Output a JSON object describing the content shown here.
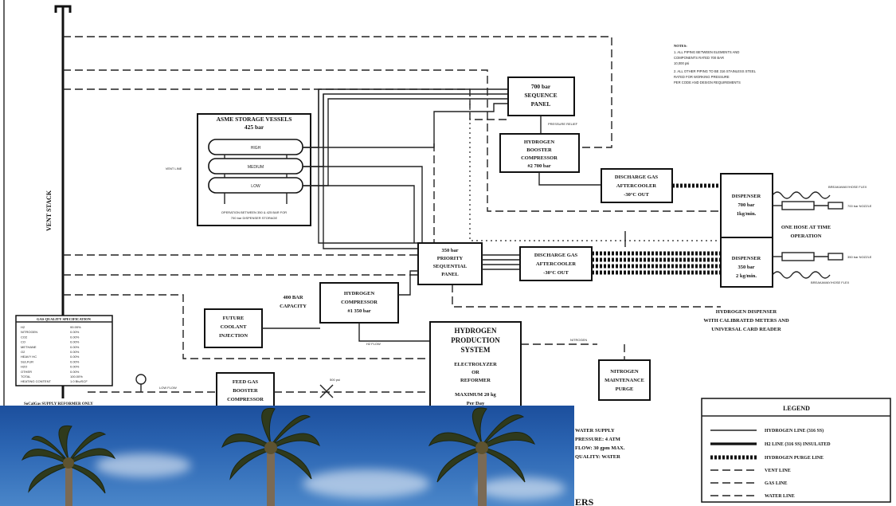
{
  "labels": {
    "vent_stack": "VENT STACK",
    "asme_title": "ASME STORAGE VESSELS",
    "asme_pressure": "425 bar",
    "vessel_high": "HIGH",
    "vessel_medium": "MEDIUM",
    "vessel_low": "LOW",
    "asme_note_1": "OPERATION BETWEEN 350 & 425 BAR FOR",
    "asme_note_2": "700 bar DISPENSER STORAGE",
    "vent_line_side": "VENT LINE",
    "seq_700_1": "700 bar",
    "seq_700_2": "SEQUENCE",
    "seq_700_3": "PANEL",
    "seq_700_note": "PRESSURE RELIEF",
    "booster2_1": "HYDROGEN",
    "booster2_2": "BOOSTER",
    "booster2_3": "COMPRESSOR",
    "booster2_4": "#2 700 bar",
    "aftercooler1_1": "DISCHARGE GAS",
    "aftercooler1_2": "AFTERCOOLER",
    "aftercooler1_3": "-30°C OUT",
    "disp700_1": "DISPENSER",
    "disp700_2": "700 bar",
    "disp700_3": "1kg/min.",
    "disp350_1": "DISPENSER",
    "disp350_2": "350 bar",
    "disp350_3": "2 kg/min.",
    "one_hose_1": "ONE HOSE AT TIME",
    "one_hose_2": "OPERATION",
    "seq_350_1": "350 bar",
    "seq_350_2": "PRIORITY",
    "seq_350_3": "SEQUENTIAL",
    "seq_350_4": "PANEL",
    "aftercooler2_1": "DISCHARGE GAS",
    "aftercooler2_2": "AFTERCOOLER",
    "aftercooler2_3": "-30°C OUT",
    "capacity_1": "400 BAR",
    "capacity_2": "CAPACITY",
    "comp1_1": "HYDROGEN",
    "comp1_2": "COMPRESSOR",
    "comp1_3": "#1 350 bar",
    "coolant_1": "FUTURE",
    "coolant_2": "COOLANT",
    "coolant_3": "INJECTION",
    "prod_1": "HYDROGEN",
    "prod_2": "PRODUCTION",
    "prod_3": "SYSTEM",
    "prod_4": "ELECTROLYZER",
    "prod_5": "OR",
    "prod_6": "REFORMER",
    "prod_7": "MAXIMUM 20 kg",
    "prod_8": "Per Day",
    "nitrogen_1": "NITROGEN",
    "nitrogen_2": "MAINTENANCE",
    "nitrogen_3": "PURGE",
    "feed_1": "FEED GAS",
    "feed_2": "BOOSTER",
    "feed_3": "COMPRESSOR",
    "dispenser_caption_1": "HYDROGEN DISPENSER",
    "dispenser_caption_2": "WITH CALIBRATED METERS AND",
    "dispenser_caption_3": "UNIVERSAL CARD READER",
    "socalgas": "SoCalGas SUPPLY REFORMER ONLY",
    "water_1": "WATER SUPPLY",
    "water_2": "PRESSURE: 4 ATM",
    "water_3": "FLOW: 30 gpm MAX.",
    "water_4": "QUALITY: WATER",
    "bottom_partial": "ERS"
  },
  "notes": {
    "title": "NOTES:",
    "n1_line1": "1.  ALL PIPING BETWEEN ELEMENTS AND",
    "n1_line2": "    COMPONENTS RATED 700 BAR",
    "n1_line3": "    10,000 psi",
    "n2_line1": "2.  ALL OTHER PIPING TO BE 316 STAINLESS STEEL",
    "n2_line2": "    RATED FOR WORKING PRESSURE",
    "n2_line3": "    PER CODE AND DESIGN REQUIREMENTS"
  },
  "gas_table": {
    "title": "GAS QUALITY SPECIFICATION",
    "rows": [
      [
        "H2",
        "99.99%"
      ],
      [
        "NITROGEN",
        "0.00%"
      ],
      [
        "CO2",
        "0.00%"
      ],
      [
        "CO",
        "0.00%"
      ],
      [
        "METHANE",
        "0.00%"
      ],
      [
        "O2",
        "0.00%"
      ],
      [
        "HEAVY HC",
        "0.00%"
      ],
      [
        "SULFUR",
        "0.00%"
      ],
      [
        "H2O",
        "0.00%"
      ],
      [
        "OTHER",
        "0.00%"
      ],
      [
        "TOTAL",
        "100.00%"
      ],
      [
        "HEATING CONTENT",
        "1.0 Btu/SCF"
      ]
    ]
  },
  "legend": {
    "title": "LEGEND",
    "items": [
      "HYDROGEN LINE (316 SS)",
      "H2 LINE (316 SS) INSULATED",
      "HYDROGEN PURGE LINE",
      "VENT LINE",
      "GAS LINE",
      "WATER LINE"
    ]
  },
  "hose_labels": {
    "breakaway_top": "BREAKAWAY/HOSE FLEX",
    "nozzle_top": "700 bar NOZZLE",
    "nozzle_bottom": "350 bar NOZZLE",
    "breakaway_bottom": "BREAKAWAY/HOSE FLEX"
  },
  "small_labels": {
    "gas_flow": "500 psi",
    "feed_note": "LOW FLOW",
    "nitrogen_note": "NITROGEN",
    "h2_note": "H2 FLOW"
  }
}
